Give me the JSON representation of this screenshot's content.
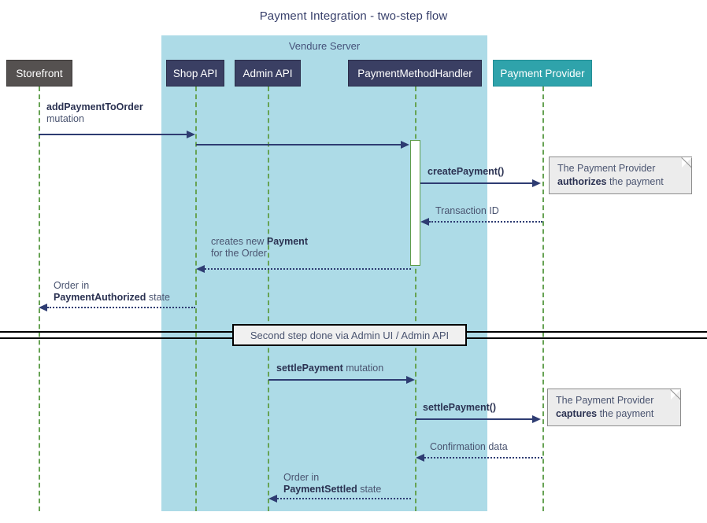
{
  "diagram": {
    "title": "Payment Integration - two-step flow",
    "type": "sequence-diagram"
  },
  "group": {
    "label": "Vendure Server",
    "color": "#addbe7"
  },
  "participants": [
    {
      "id": "storefront",
      "label": "Storefront",
      "color": "#555150"
    },
    {
      "id": "shop-api",
      "label": "Shop API",
      "color": "#3a3f63"
    },
    {
      "id": "admin-api",
      "label": "Admin API",
      "color": "#3a3f63"
    },
    {
      "id": "payment-method-handler",
      "label": "PaymentMethodHandler",
      "color": "#3a3f63"
    },
    {
      "id": "payment-provider",
      "label": "Payment Provider",
      "color": "#2fa3ab"
    }
  ],
  "messages": [
    {
      "id": "add-payment-to-order",
      "from": "storefront",
      "to": "shop-api",
      "bold": "addPaymentToOrder",
      "rest": "mutation",
      "style": "solid",
      "direction": "right"
    },
    {
      "id": "shop-api-to-handler",
      "from": "shop-api",
      "to": "payment-method-handler",
      "bold": "",
      "rest": "",
      "style": "solid",
      "direction": "right"
    },
    {
      "id": "create-payment",
      "from": "payment-method-handler",
      "to": "payment-provider",
      "bold": "createPayment()",
      "rest": "",
      "style": "solid",
      "direction": "right"
    },
    {
      "id": "transaction-id",
      "from": "payment-provider",
      "to": "payment-method-handler",
      "bold": "",
      "rest": "Transaction ID",
      "style": "dotted",
      "direction": "left"
    },
    {
      "id": "creates-new-payment",
      "from": "payment-method-handler",
      "to": "shop-api",
      "line1_pre": "creates new ",
      "line1_bold": "Payment",
      "line2": "for the Order",
      "style": "dotted",
      "direction": "left"
    },
    {
      "id": "order-payment-authorized",
      "from": "shop-api",
      "to": "storefront",
      "line1": "Order in",
      "line2_bold": "PaymentAuthorized",
      "line2_rest": " state",
      "style": "dotted",
      "direction": "left"
    },
    {
      "id": "settle-payment-mutation",
      "from": "admin-api",
      "to": "payment-method-handler",
      "bold": "settlePayment",
      "rest": " mutation",
      "style": "solid",
      "direction": "right"
    },
    {
      "id": "settle-payment-call",
      "from": "payment-method-handler",
      "to": "payment-provider",
      "bold": "settlePayment()",
      "rest": "",
      "style": "solid",
      "direction": "right"
    },
    {
      "id": "confirmation-data",
      "from": "payment-provider",
      "to": "payment-method-handler",
      "bold": "",
      "rest": "Confirmation data",
      "style": "dotted",
      "direction": "left"
    },
    {
      "id": "order-payment-settled",
      "from": "payment-method-handler",
      "to": "admin-api",
      "line1": "Order in",
      "line2_bold": "PaymentSettled",
      "line2_rest": " state",
      "style": "dotted",
      "direction": "left"
    }
  ],
  "notes": [
    {
      "id": "note-authorize",
      "line1": "The Payment Provider",
      "line2_bold": "authorizes",
      "line2_rest": " the payment"
    },
    {
      "id": "note-capture",
      "line1": "The Payment Provider",
      "line2_bold": "captures",
      "line2_rest": " the payment"
    }
  ],
  "divider": {
    "label": "Second step done via Admin UI / Admin API"
  }
}
